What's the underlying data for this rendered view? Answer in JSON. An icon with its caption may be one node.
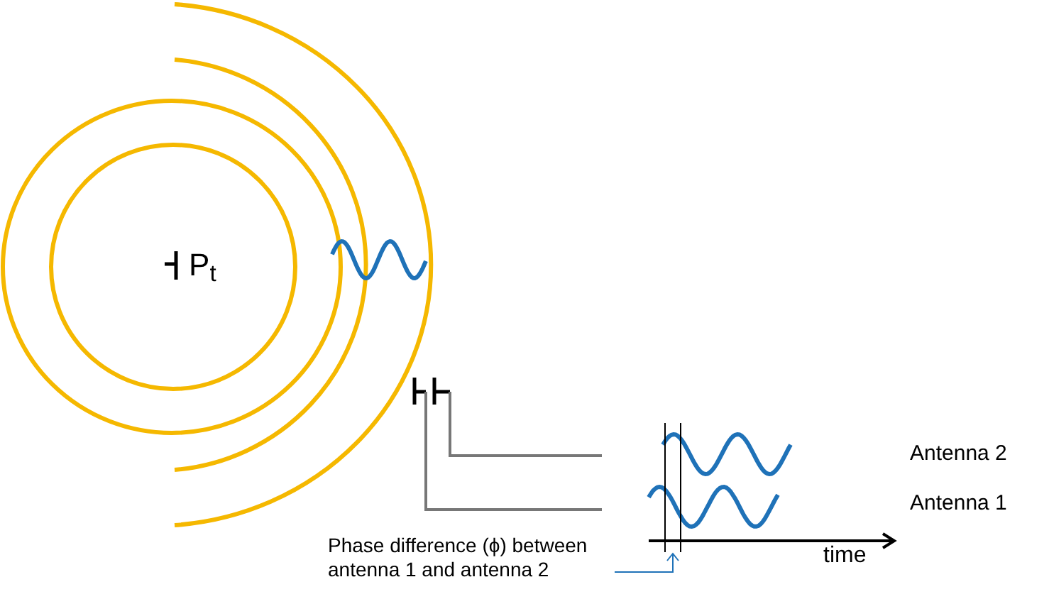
{
  "diagram": {
    "nodes": [
      {
        "text": [
          "Phase difference (ϕ) between antenna 1 and antenna 2"
        ]
      },
      {
        "text": [],
        "shape": "box"
      }
    ],
    "edges": [
      {
        "from": 0,
        "to": 1,
        "arrow": "to"
      }
    ],
    "labels": [
      "P$_{t}$",
      "Antenna 2",
      "Antenna 1",
      "time"
    ]
  }
}
